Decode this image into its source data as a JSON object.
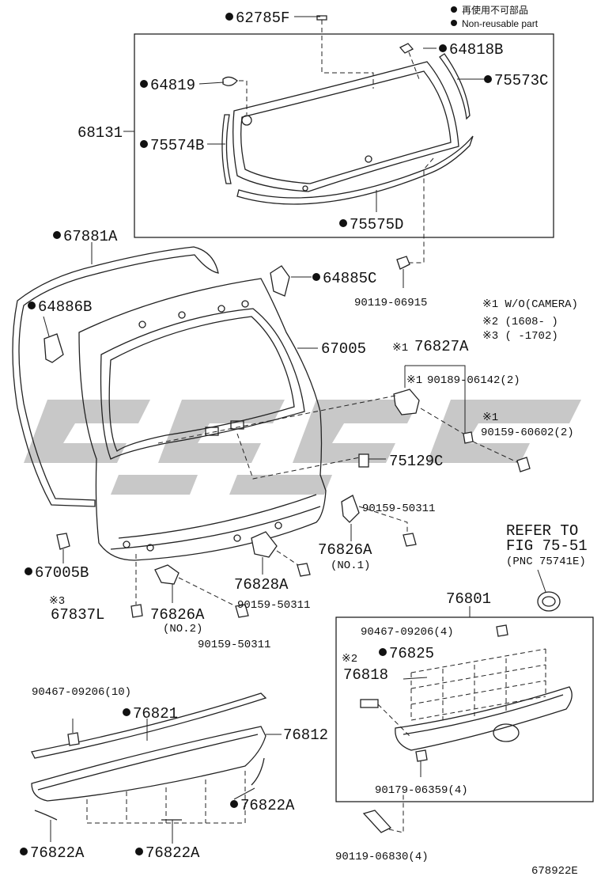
{
  "legend": {
    "ja": "再使用不可部品",
    "en": "Non-reusable part"
  },
  "notes": [
    "※1 W/O(CAMERA)",
    "※2 (1608-      )",
    "※3 (      -1702)"
  ],
  "refer": {
    "line1": "REFER TO",
    "line2": "FIG 75-51",
    "line3": "(PNC 75741E)"
  },
  "parts": {
    "p62785F": "62785F",
    "p64818B": "64818B",
    "p75573C": "75573C",
    "p64819": "64819",
    "p68131": "68131",
    "p75574B": "75574B",
    "p75575D": "75575D",
    "p67881A": "67881A",
    "p64885C": "64885C",
    "p90119_06915": "90119-06915",
    "p64886B": "64886B",
    "p67005": "67005",
    "p76827A": "76827A",
    "p76827A_mark": "※1",
    "p90189": "90189-06142(2)",
    "p90189_mark": "※1",
    "p90159_60602": "90159-60602(2)",
    "p90159_60602_mark": "※1",
    "p75129C": "75129C",
    "p90159_50311a": "90159-50311",
    "p76826A_no1": "76826A",
    "p76826A_no1_sub": "(NO.1)",
    "p67005B": "67005B",
    "p76828A": "76828A",
    "p90159_50311b": "90159-50311",
    "p67837L": "67837L",
    "p67837L_mark": "※3",
    "p76826A_no2": "76826A",
    "p76826A_no2_sub": "(NO.2)",
    "p90159_50311c": "90159-50311",
    "p76801": "76801",
    "p90467_09206_4": "90467-09206(4)",
    "p76825": "76825",
    "p76818": "76818",
    "p76818_mark": "※2",
    "p90179_06359": "90179-06359(4)",
    "p90119_06830": "90119-06830(4)",
    "p90467_09206_10": "90467-09206(10)",
    "p76821": "76821",
    "p76812": "76812",
    "p76822A_a": "76822A",
    "p76822A_b": "76822A",
    "p76822A_c": "76822A"
  },
  "figure_id": "678922E"
}
